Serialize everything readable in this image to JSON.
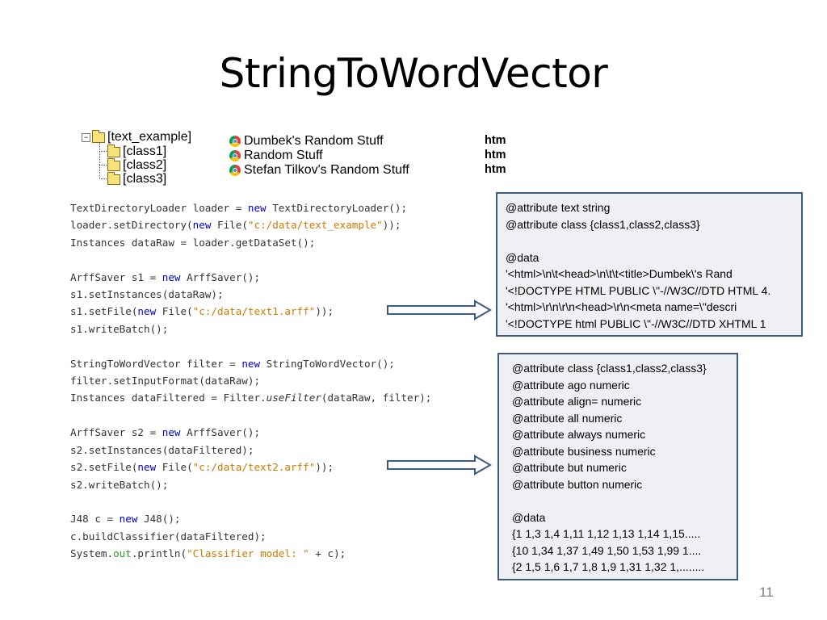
{
  "slide": {
    "title": "StringToWordVector",
    "page_number": "11"
  },
  "tree": {
    "root": "[text_example]",
    "children": [
      "[class1]",
      "[class2]",
      "[class3]"
    ]
  },
  "files": [
    {
      "name": "Dumbek's Random Stuff",
      "ext": "htm"
    },
    {
      "name": "Random Stuff",
      "ext": "htm"
    },
    {
      "name": "Stefan Tilkov's Random Stuff",
      "ext": "htm"
    }
  ],
  "code": [
    [
      {
        "t": "TextDirectoryLoader loader = "
      },
      {
        "t": "new",
        "c": "kw"
      },
      {
        "t": " TextDirectoryLoader();"
      }
    ],
    [
      {
        "t": "loader.setDirectory("
      },
      {
        "t": "new",
        "c": "kw"
      },
      {
        "t": " File("
      },
      {
        "t": "\"c:/data/text_example\"",
        "c": "str"
      },
      {
        "t": "));"
      }
    ],
    [
      {
        "t": "Instances dataRaw = loader.getDataSet();"
      }
    ],
    [],
    [
      {
        "t": "ArffSaver s1 = "
      },
      {
        "t": "new",
        "c": "kw"
      },
      {
        "t": " ArffSaver();"
      }
    ],
    [
      {
        "t": "s1.setInstances(dataRaw);"
      }
    ],
    [
      {
        "t": "s1.setFile("
      },
      {
        "t": "new",
        "c": "kw"
      },
      {
        "t": " File("
      },
      {
        "t": "\"c:/data/text1.arff\"",
        "c": "str"
      },
      {
        "t": "));"
      }
    ],
    [
      {
        "t": "s1.writeBatch();"
      }
    ],
    [],
    [
      {
        "t": "StringToWordVector filter = "
      },
      {
        "t": "new",
        "c": "kw"
      },
      {
        "t": " StringToWordVector();"
      }
    ],
    [
      {
        "t": "filter.setInputFormat(dataRaw);"
      }
    ],
    [
      {
        "t": "Instances dataFiltered = Filter."
      },
      {
        "t": "useFilter",
        "c": "it"
      },
      {
        "t": "(dataRaw, filter);"
      }
    ],
    [],
    [
      {
        "t": "ArffSaver s2 = "
      },
      {
        "t": "new",
        "c": "kw"
      },
      {
        "t": " ArffSaver();"
      }
    ],
    [
      {
        "t": "s2.setInstances(dataFiltered);"
      }
    ],
    [
      {
        "t": "s2.setFile("
      },
      {
        "t": "new",
        "c": "kw"
      },
      {
        "t": " File("
      },
      {
        "t": "\"c:/data/text2.arff\"",
        "c": "str"
      },
      {
        "t": "));"
      }
    ],
    [
      {
        "t": "s2.writeBatch();"
      }
    ],
    [],
    [
      {
        "t": "J48 c = "
      },
      {
        "t": "new",
        "c": "kw"
      },
      {
        "t": " J48();"
      }
    ],
    [
      {
        "t": "c.buildClassifier(dataFiltered);"
      }
    ],
    [
      {
        "t": "System."
      },
      {
        "t": "out",
        "c": "fld"
      },
      {
        "t": ".println("
      },
      {
        "t": "\"Classifier model: \"",
        "c": "str"
      },
      {
        "t": " + c);"
      }
    ]
  ],
  "box1": [
    "@attribute text string",
    "@attribute class {class1,class2,class3}",
    "",
    "@data",
    "'<html>\\n\\t<head>\\n\\t\\t<title>Dumbek\\'s Rand",
    "'<!DOCTYPE HTML PUBLIC \\\"-//W3C//DTD HTML 4.",
    "'<html>\\r\\n\\r\\n<head>\\r\\n<meta name=\\\"descri",
    "'<!DOCTYPE html PUBLIC \\\"-//W3C//DTD XHTML 1"
  ],
  "box2": [
    "@attribute class {class1,class2,class3}",
    "@attribute ago numeric",
    "@attribute align= numeric",
    "@attribute all numeric",
    "@attribute always numeric",
    "@attribute business numeric",
    "@attribute but numeric",
    "@attribute button numeric",
    "",
    "@data",
    "{1 1,3 1,4 1,11 1,12 1,13 1,14 1,15.....",
    "{10 1,34 1,37 1,49 1,50 1,53 1,99 1....",
    "{2 1,5 1,6 1,7 1,8 1,9 1,31 1,32 1,........"
  ]
}
